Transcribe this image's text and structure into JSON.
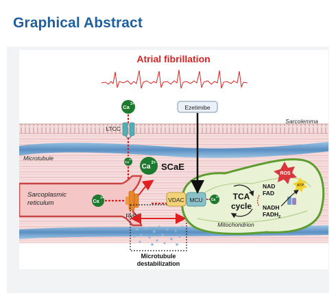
{
  "page": {
    "heading": "Graphical Abstract"
  },
  "figure": {
    "title": "Atrial fibrillation",
    "labels": {
      "ca_ion": "Ca",
      "ca_charge": "2+",
      "ltcc": "LTCC",
      "ezetimibe": "Ezetimibe",
      "sarcolemma": "Sarcolemma",
      "microtubule": "Microtubule",
      "scae": "SCaE",
      "sr_line1": "Sarcoplasmic",
      "sr_line2": "reticulum",
      "ryr2": "RyR2",
      "vdac": "VDAC",
      "mcu": "MCU",
      "tca_line1": "TCA",
      "tca_line2": "cycle",
      "nad": "NAD",
      "fad": "FAD",
      "nadh": "NADH",
      "fadh2": "FADH",
      "fadh2_sub": "2",
      "ros": "ROS",
      "atp": "ATP",
      "mitochondrion": "Mitochondrion",
      "mt_destab_line1": "Microtubule",
      "mt_destab_line2": "destabilization"
    }
  },
  "colors": {
    "heading": "#1f5f9b",
    "title_red": "#d92020",
    "ca_green": "#1e7a2e",
    "mito_green": "#e9f2d4",
    "mito_border": "#5d9c2f",
    "ltcc_teal": "#4fb0b8",
    "ryr2_orange": "#e9862a",
    "ros_red": "#d9363e",
    "atp_yellow": "#f3d22c"
  }
}
